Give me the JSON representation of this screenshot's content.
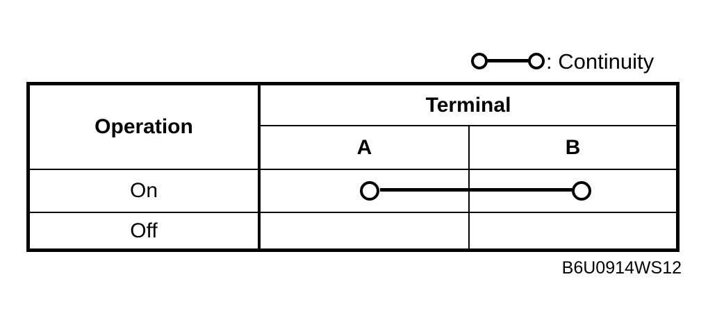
{
  "legend": {
    "symbol_name": "continuity-symbol",
    "label": ": Continuity"
  },
  "table": {
    "columns": {
      "operation_header": "Operation",
      "terminal_header": "Terminal",
      "terminal_sub": [
        "A",
        "B"
      ]
    },
    "rows": [
      {
        "operation": "On",
        "continuity": true,
        "connected_terminals": [
          "A",
          "B"
        ]
      },
      {
        "operation": "Off",
        "continuity": false,
        "connected_terminals": []
      }
    ]
  },
  "footer": {
    "code": "B6U0914WS12"
  },
  "colors": {
    "ink": "#000000",
    "paper": "#ffffff"
  }
}
